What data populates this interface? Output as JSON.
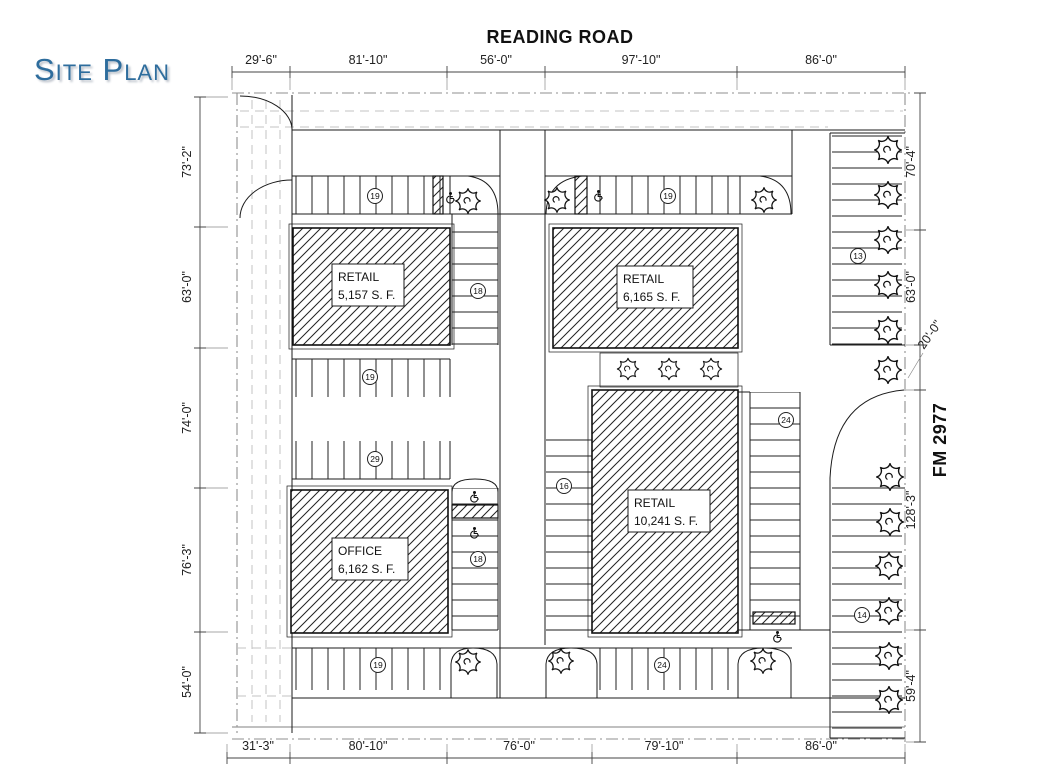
{
  "title": "Site Plan",
  "roads": {
    "top": "READING ROAD",
    "right": "FM 2977"
  },
  "dimensions": {
    "top": [
      "29'-6\"",
      "81'-10\"",
      "56'-0\"",
      "97'-10\"",
      "86'-0\""
    ],
    "left": [
      "73'-2\"",
      "63'-0\"",
      "74'-0\"",
      "76'-3\"",
      "54'-0\""
    ],
    "right": [
      "70'-4\"",
      "63'-0\"",
      "20'-0\"",
      "128'-3\"",
      "59'-4\""
    ],
    "bottom": [
      "31'-3\"",
      "80'-10\"",
      "76'-0\"",
      "79'-10\"",
      "86'-0\""
    ]
  },
  "buildings": [
    {
      "use": "RETAIL",
      "area": "5,157 S. F."
    },
    {
      "use": "RETAIL",
      "area": "6,165 S. F."
    },
    {
      "use": "OFFICE",
      "area": "6,162 S. F."
    },
    {
      "use": "RETAIL",
      "area": "10,241 S. F."
    }
  ],
  "parking_counts": [
    {
      "location": "north-row-west",
      "value": "19"
    },
    {
      "location": "north-row-east",
      "value": "19"
    },
    {
      "location": "center-column-north",
      "value": "18"
    },
    {
      "location": "east-row-north",
      "value": "13"
    },
    {
      "location": "west-row-upper",
      "value": "19"
    },
    {
      "location": "west-row-lower",
      "value": "29"
    },
    {
      "location": "center-column-mid",
      "value": "16"
    },
    {
      "location": "center-column-south",
      "value": "18"
    },
    {
      "location": "east-of-retail-10241",
      "value": "24"
    },
    {
      "location": "east-row-south",
      "value": "14"
    },
    {
      "location": "south-row-west",
      "value": "19"
    },
    {
      "location": "south-row-center",
      "value": "24"
    }
  ],
  "colors": {
    "title_blue": "#2E6D9D",
    "line_black": "#1B1B1B",
    "road_marking_gray": "#C3C3C3",
    "centerline_gray": "#8F8F8F"
  }
}
